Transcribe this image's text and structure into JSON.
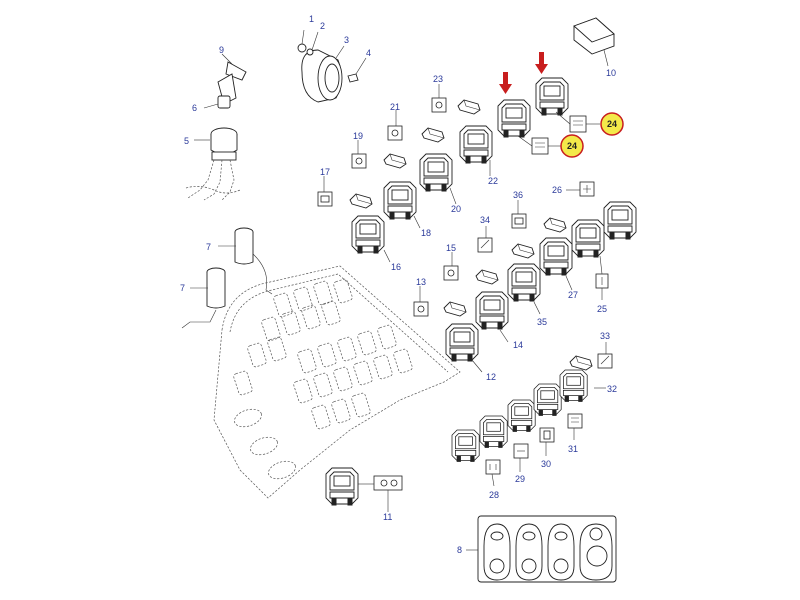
{
  "callouts": [
    {
      "id": "c1",
      "label": "1"
    },
    {
      "id": "c2",
      "label": "2"
    },
    {
      "id": "c3",
      "label": "3"
    },
    {
      "id": "c4",
      "label": "4"
    },
    {
      "id": "c5",
      "label": "5"
    },
    {
      "id": "c6",
      "label": "6"
    },
    {
      "id": "c7a",
      "label": "7"
    },
    {
      "id": "c7b",
      "label": "7"
    },
    {
      "id": "c8",
      "label": "8"
    },
    {
      "id": "c9",
      "label": "9"
    },
    {
      "id": "c10",
      "label": "10"
    },
    {
      "id": "c11",
      "label": "11"
    },
    {
      "id": "c12",
      "label": "12"
    },
    {
      "id": "c13",
      "label": "13"
    },
    {
      "id": "c14",
      "label": "14"
    },
    {
      "id": "c15",
      "label": "15"
    },
    {
      "id": "c16",
      "label": "16"
    },
    {
      "id": "c17",
      "label": "17"
    },
    {
      "id": "c18",
      "label": "18"
    },
    {
      "id": "c19",
      "label": "19"
    },
    {
      "id": "c20",
      "label": "20"
    },
    {
      "id": "c21",
      "label": "21"
    },
    {
      "id": "c22",
      "label": "22"
    },
    {
      "id": "c23",
      "label": "23"
    },
    {
      "id": "c24a",
      "label": "24"
    },
    {
      "id": "c24b",
      "label": "24"
    },
    {
      "id": "c25",
      "label": "25"
    },
    {
      "id": "c26",
      "label": "26"
    },
    {
      "id": "c27",
      "label": "27"
    },
    {
      "id": "c28",
      "label": "28"
    },
    {
      "id": "c29",
      "label": "29"
    },
    {
      "id": "c30",
      "label": "30"
    },
    {
      "id": "c31",
      "label": "31"
    },
    {
      "id": "c32",
      "label": "32"
    },
    {
      "id": "c33",
      "label": "33"
    },
    {
      "id": "c34",
      "label": "34"
    },
    {
      "id": "c35",
      "label": "35"
    },
    {
      "id": "c36",
      "label": "36"
    }
  ],
  "colors": {
    "callout_text": "#2b3a9a",
    "highlight_fill": "#f4e94a",
    "highlight_ring": "#c81e1e",
    "arrow": "#c81e1e",
    "line": "#222222"
  }
}
